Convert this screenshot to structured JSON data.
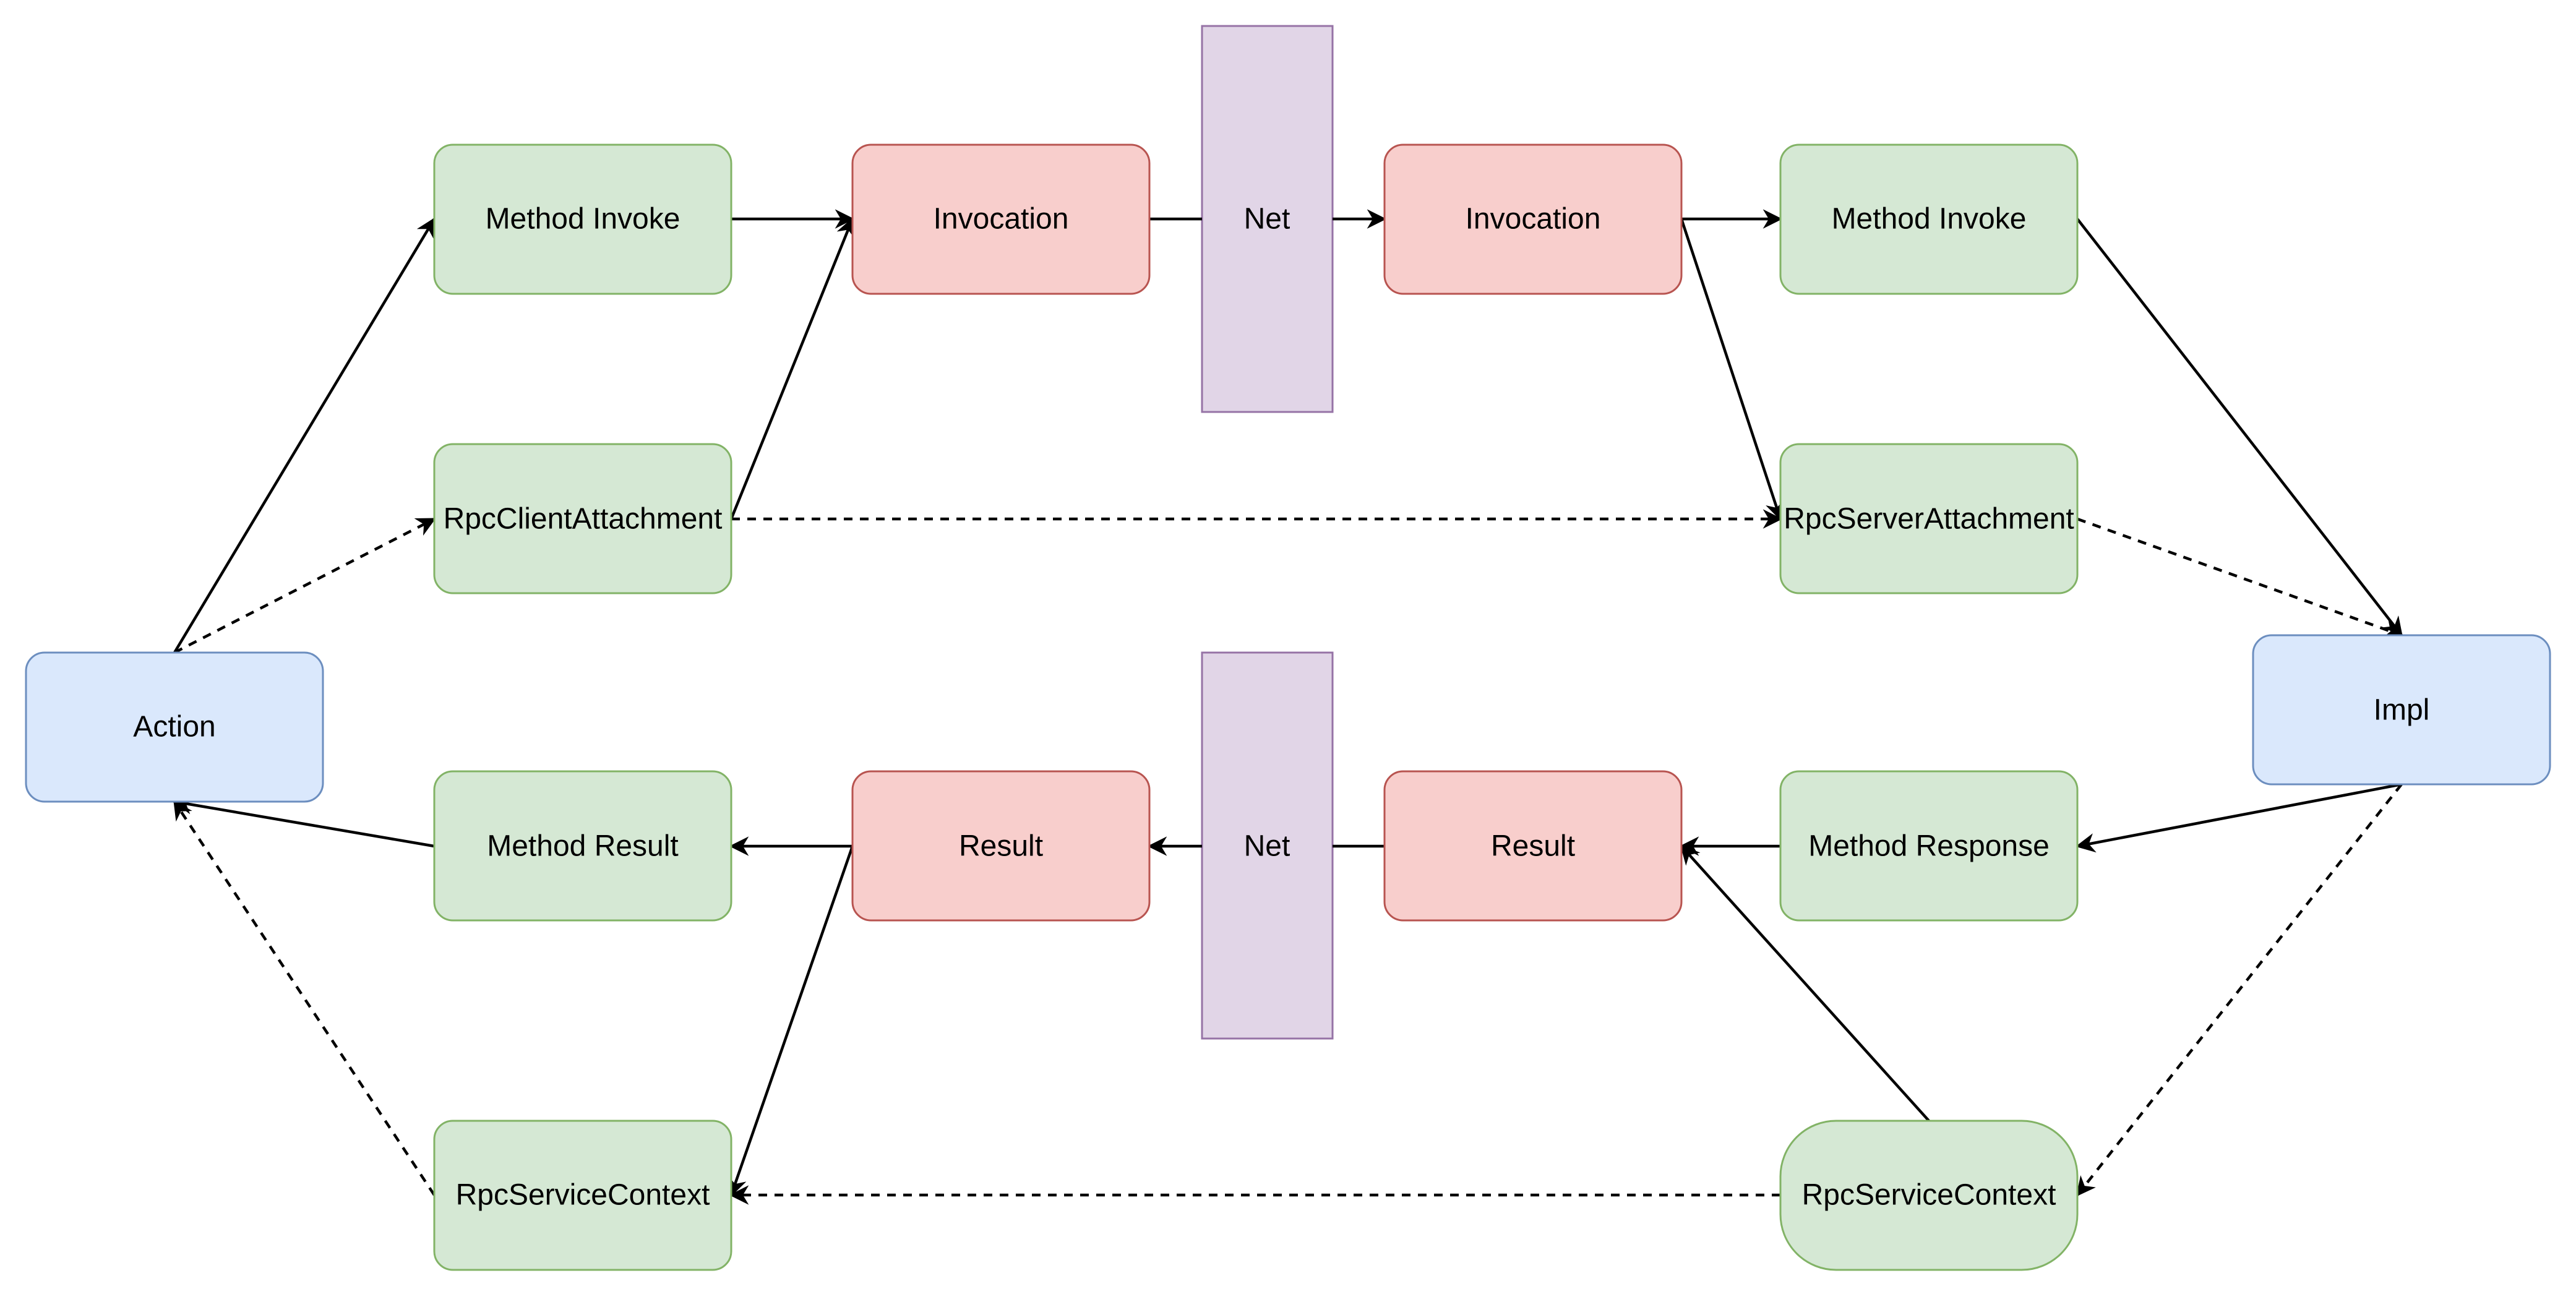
{
  "palette": {
    "green_fill": "#d5e8d4",
    "green_stroke": "#82b366",
    "red_fill": "#f8cecc",
    "red_stroke": "#b85450",
    "blue_fill": "#dae8fc",
    "blue_stroke": "#6c8ebf",
    "purple_fill": "#e1d5e7",
    "purple_stroke": "#9673a6"
  },
  "nodes": {
    "action": "Action",
    "impl": "Impl",
    "client_method_invoke": "Method Invoke",
    "client_attachment": "RpcClientAttachment",
    "client_invocation": "Invocation",
    "net_request": "Net",
    "server_invocation": "Invocation",
    "server_method_invoke": "Method Invoke",
    "server_attachment": "RpcServerAttachment",
    "client_method_result": "Method Result",
    "client_result": "Result",
    "net_response": "Net",
    "server_result": "Result",
    "server_method_response": "Method Response",
    "client_service_context": "RpcServiceContext",
    "server_service_context": "RpcServiceContext"
  }
}
